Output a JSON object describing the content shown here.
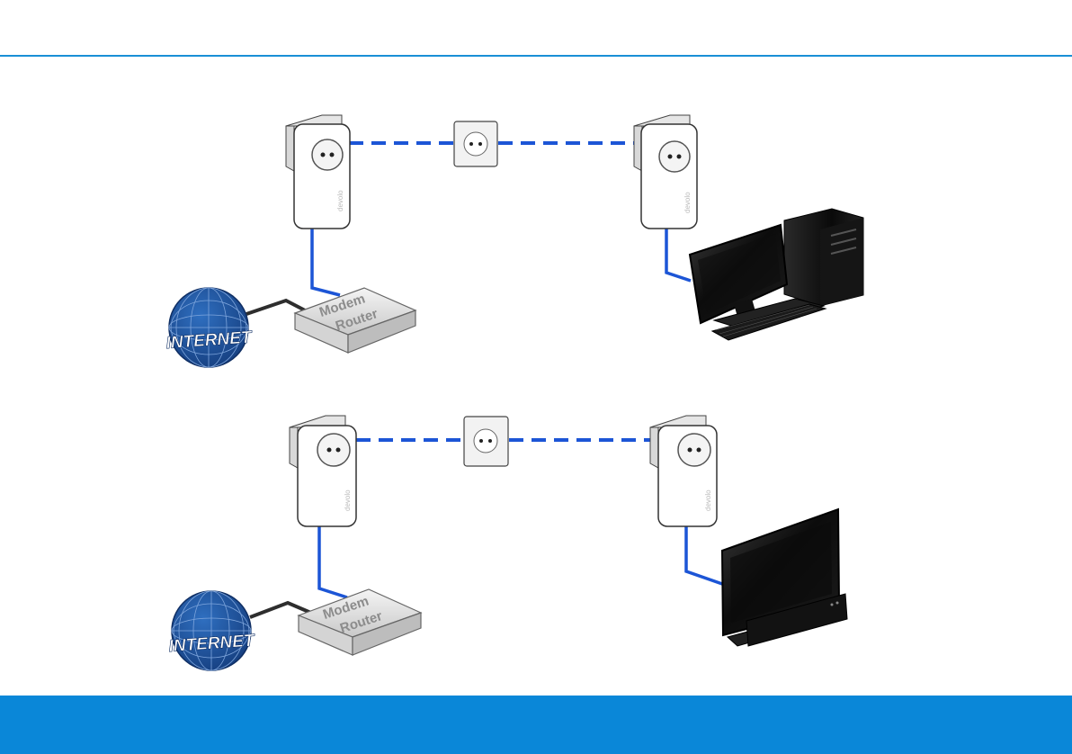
{
  "colors": {
    "accent_blue": "#1a8fd6",
    "footer_blue": "#0a87d8",
    "cable_blue": "#1c55d6",
    "globe_blue": "#1d55a5",
    "ethernet_dark": "#2e2e2e"
  },
  "scenario_top": {
    "globe_label": "INTERNET",
    "router_line1": "Modem",
    "router_line2": "Router",
    "adapter_brand": "devolo",
    "end_device": "desktop-pc-icon"
  },
  "scenario_bottom": {
    "globe_label": "INTERNET",
    "router_line1": "Modem",
    "router_line2": "Router",
    "adapter_brand": "devolo",
    "end_device": "tv-icon"
  }
}
